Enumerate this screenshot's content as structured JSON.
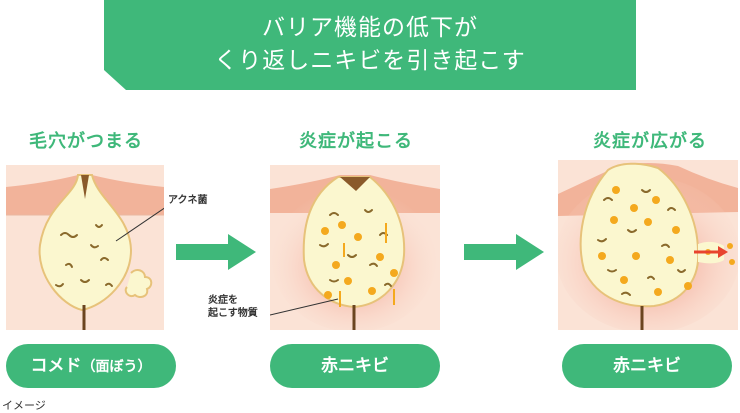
{
  "banner": {
    "line1": "バリア機能の低下が",
    "line2": "くり返しニキビを引き起こす"
  },
  "stages": [
    {
      "title": "毛穴がつまる",
      "label": "コメド",
      "label_sub": "（面ぼう）"
    },
    {
      "title": "炎症が起こる",
      "label": "赤ニキビ"
    },
    {
      "title": "炎症が広がる",
      "label": "赤ニキビ"
    }
  ],
  "annotations": {
    "bacteria": "アクネ菌",
    "substance_line1": "炎症を",
    "substance_line2": "起こす物質"
  },
  "footnote": "イメージ",
  "colors": {
    "green": "#3fb87a",
    "skin": "#f8d6c4",
    "skin_top": "#f2b39a",
    "sebum": "#fbf7cf",
    "hair": "#6b4520",
    "bacteria": "#8a6a2c",
    "substance": "#f4a91e",
    "inflame": "#ef8570"
  }
}
